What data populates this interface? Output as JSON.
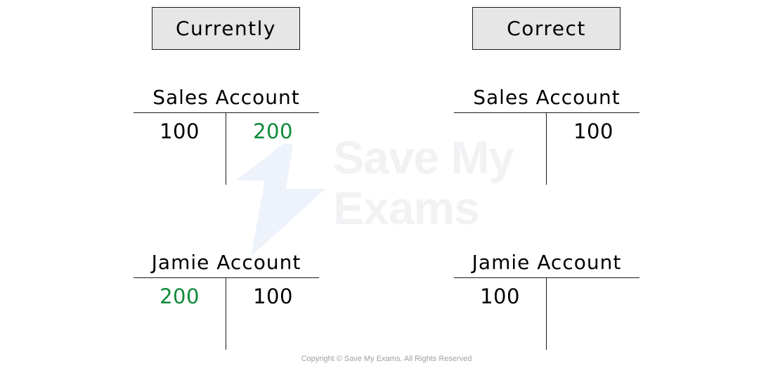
{
  "headers": {
    "left": "Currently",
    "right": "Correct"
  },
  "currently": {
    "sales": {
      "title": "Sales Account",
      "debit": "100",
      "credit": "200"
    },
    "jamie": {
      "title": "Jamie Account",
      "debit": "200",
      "credit": "100"
    }
  },
  "correct": {
    "sales": {
      "title": "Sales Account",
      "debit": "",
      "credit": "100"
    },
    "jamie": {
      "title": "Jamie Account",
      "debit": "100",
      "credit": ""
    }
  },
  "watermark": {
    "line1": "Save My",
    "line2": "Exams"
  },
  "footer": "Copyright © Save My Exams. All Rights Reserved",
  "colors": {
    "highlight": "#0f8a3a",
    "header_fill": "#e6e6e6",
    "watermark": "#f1f2f4"
  }
}
